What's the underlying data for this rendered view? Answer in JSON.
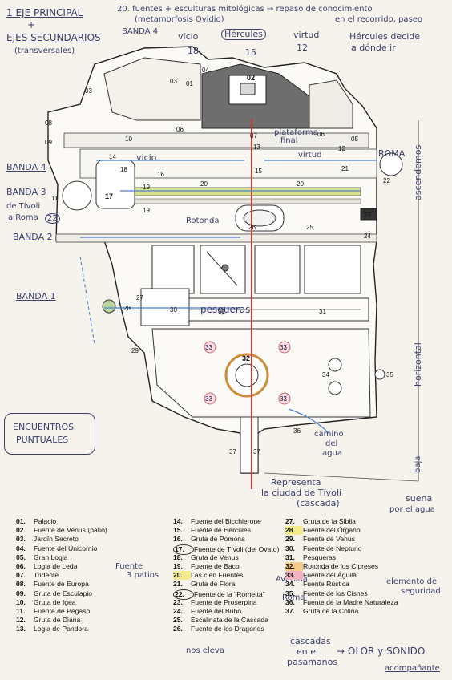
{
  "annotations": {
    "eje_principal": "1 EJE PRINCIPAL",
    "plus": "+",
    "ejes_secundarios": "EJES SECUNDARIOS",
    "transversales": "(transversales)",
    "title_line1": "20. fuentes + esculturas mitológicas → repaso de conocimiento",
    "title_line2": "(metamorfosis Ovidio)",
    "title_line3": "en el recorrido, paseo",
    "banda_top": "BANDA 4",
    "vicio": "vicio",
    "hercules": "Hércules",
    "virtud": "virtud",
    "n18": "18",
    "n15": "15",
    "n12": "12",
    "hercules_decide": "Hércules decide",
    "a_donde_ir": "a dónde ir",
    "banda4": "BANDA 4",
    "banda3": "BANDA 3",
    "de_tivoli": "de Tívoli",
    "a_roma": "a Roma",
    "n22": "22",
    "banda2": "BANDA 2",
    "banda1": "BANDA 1",
    "encuentros": "ENCUENTROS",
    "puntuales": "PUNTUALES",
    "plataforma": "plataforma",
    "final": "final",
    "vicio_plan": "vicio",
    "virtud_plan": "virtud",
    "roma": "ROMA",
    "rotonda": "Rotonda",
    "pesqueras": "pesqueras",
    "ascendemos": "ascendemos",
    "horizontal": "horizontal",
    "baja": "baja",
    "camino_del_agua_1": "camino",
    "camino_del_agua_2": "del",
    "camino_del_agua_3": "agua",
    "representa_1": "Representa",
    "representa_2": "la ciudad de Tívoli",
    "representa_3": "(cascada)",
    "suena_1": "suena",
    "suena_2": "por el agua",
    "fuente_3_patios_1": "Fuente",
    "fuente_3_patios_2": "3 patios",
    "avenida": "Avenida",
    "roma_leg": "Roma",
    "elemento_1": "elemento de",
    "elemento_2": "seguridad",
    "nos_eleva": "nos eleva",
    "cascadas_1": "cascadas",
    "cascadas_2": "en el",
    "cascadas_3": "pasamanos",
    "olor_sonido": "→ OLOR y SONIDO",
    "acompanante": "acompañante"
  },
  "plan_labels": [
    "01",
    "02",
    "03",
    "04",
    "05",
    "06",
    "07",
    "08",
    "09",
    "10",
    "11",
    "12",
    "13",
    "14",
    "15",
    "16",
    "17",
    "18",
    "19",
    "19",
    "20",
    "20",
    "21",
    "22",
    "23",
    "24",
    "25",
    "26",
    "27",
    "28",
    "29",
    "30",
    "31",
    "31",
    "32",
    "33",
    "33",
    "33",
    "33",
    "34",
    "35",
    "36",
    "37",
    "37",
    "03",
    "06"
  ],
  "legend": {
    "col1": [
      {
        "n": "01.",
        "t": "Palacio"
      },
      {
        "n": "02.",
        "t": "Fuente de Venus (patio)"
      },
      {
        "n": "03.",
        "t": "Jardín Secreto"
      },
      {
        "n": "04.",
        "t": "Fuente del Unicornio"
      },
      {
        "n": "05.",
        "t": "Gran Logia"
      },
      {
        "n": "06.",
        "t": "Logia de Leda"
      },
      {
        "n": "07.",
        "t": "Tridente"
      },
      {
        "n": "08.",
        "t": "Fuente de Europa"
      },
      {
        "n": "09.",
        "t": "Gruta de Esculapio"
      },
      {
        "n": "10.",
        "t": "Gruta de Igea"
      },
      {
        "n": "11.",
        "t": "Fuente de Pegaso"
      },
      {
        "n": "12.",
        "t": "Gruta de Diana"
      },
      {
        "n": "13.",
        "t": "Logia de Pandora"
      }
    ],
    "col2": [
      {
        "n": "14.",
        "t": "Fuente del Bicchierone"
      },
      {
        "n": "15.",
        "t": "Fuente de Hércules"
      },
      {
        "n": "16.",
        "t": "Gruta de Pomona"
      },
      {
        "n": "17.",
        "t": "Fuente de Tívoli (del Ovato)"
      },
      {
        "n": "18.",
        "t": "Gruta de Venus"
      },
      {
        "n": "19.",
        "t": "Fuente de Baco"
      },
      {
        "n": "20.",
        "t": "Las cien Fuentes"
      },
      {
        "n": "21.",
        "t": "Gruta de Flora"
      },
      {
        "n": "22.",
        "t": "Fuente de la \"Rometta\""
      },
      {
        "n": "23.",
        "t": "Fuente de Proserpina"
      },
      {
        "n": "24.",
        "t": "Fuente del Búho"
      },
      {
        "n": "25.",
        "t": "Escalinata de la Cascada"
      },
      {
        "n": "26.",
        "t": "Fuente de los Dragones"
      }
    ],
    "col3": [
      {
        "n": "27.",
        "t": "Gruta de la Sibila"
      },
      {
        "n": "28.",
        "t": "Fuente del Órgano"
      },
      {
        "n": "29.",
        "t": "Fuente de Venus"
      },
      {
        "n": "30.",
        "t": "Fuente de Neptuno"
      },
      {
        "n": "31.",
        "t": "Pesqueras"
      },
      {
        "n": "32.",
        "t": "Rotonda de los Cipreses"
      },
      {
        "n": "33.",
        "t": "Fuente del Águila"
      },
      {
        "n": "34.",
        "t": "Fuente Rústica"
      },
      {
        "n": "35.",
        "t": "Fuente de los Cisnes"
      },
      {
        "n": "36.",
        "t": "Fuente de la Madre Naturaleza"
      },
      {
        "n": "37.",
        "t": "Gruta de la Colina"
      }
    ]
  }
}
